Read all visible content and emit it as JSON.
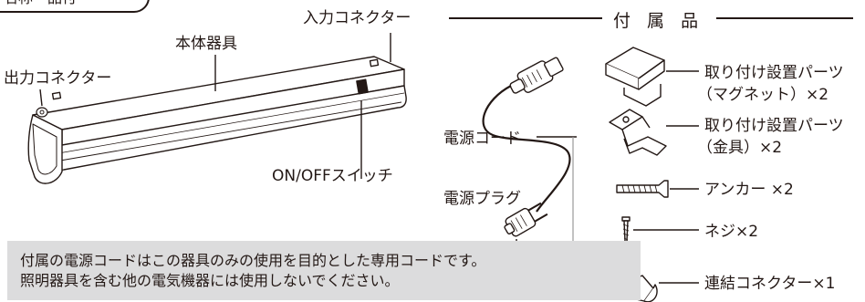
{
  "header": {
    "section_title": "名称・品付"
  },
  "main_unit": {
    "body_label": "本体器具",
    "input_connector_label": "入力コネクター",
    "output_connector_label": "出力コネクター",
    "switch_label": "ON/OFFスイッチ"
  },
  "cord": {
    "cord_label": "電源コード",
    "plug_label": "電源プラグ"
  },
  "accessories": {
    "title": "付 属 品",
    "items": [
      {
        "line1": "取り付け設置パーツ",
        "line2": "（マグネット）×2",
        "icon": "magnet-bracket-icon"
      },
      {
        "line1": "取り付け設置パーツ",
        "line2": "（金具）×2",
        "icon": "metal-bracket-icon"
      },
      {
        "line1": "アンカー ×2",
        "icon": "anchor-icon"
      },
      {
        "line1": "ネジ×2",
        "icon": "screw-icon"
      },
      {
        "line1": "連結コネクター×1",
        "icon": "link-connector-icon"
      }
    ]
  },
  "note": {
    "line1": "付属の電源コードはこの器具のみの使用を目的とした専用コードです。",
    "line2": "照明器具を含む他の電気機器には使用しないでください。",
    "background": "#dcdcdd"
  }
}
